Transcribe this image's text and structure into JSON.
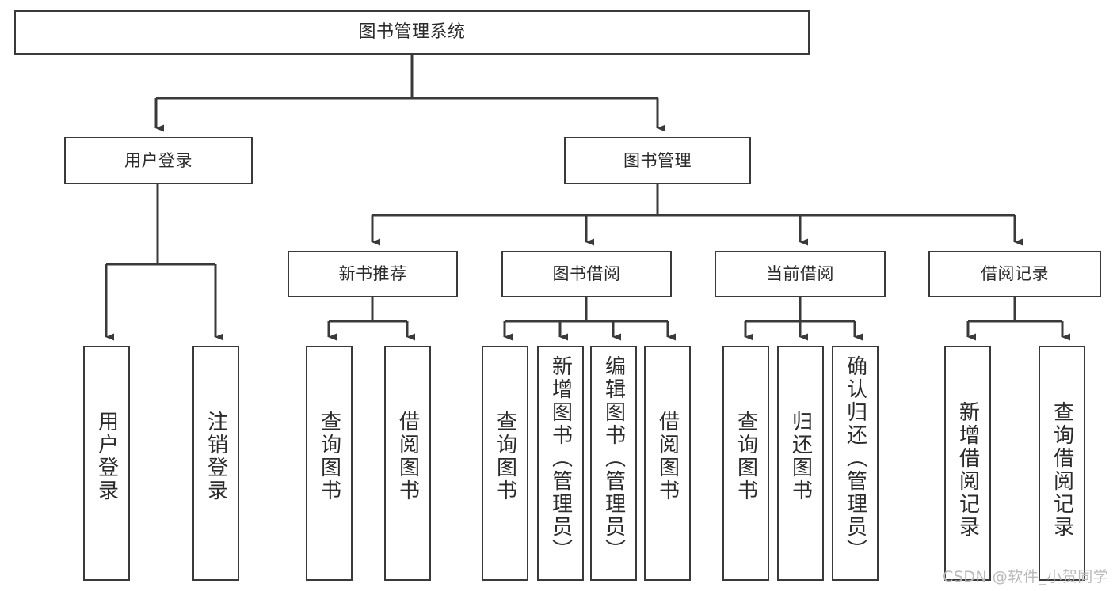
{
  "diagram": {
    "title": "图书管理系统",
    "type": "tree",
    "root": {
      "label": "图书管理系统"
    },
    "level2": [
      {
        "label": "用户登录"
      },
      {
        "label": "图书管理"
      }
    ],
    "level3": [
      {
        "label": "新书推荐"
      },
      {
        "label": "图书借阅"
      },
      {
        "label": "当前借阅"
      },
      {
        "label": "借阅记录"
      }
    ],
    "leaves": {
      "user_login": [
        {
          "label": "用户登录"
        },
        {
          "label": "注销登录"
        }
      ],
      "new_book_recommend": [
        {
          "label": "查询图书"
        },
        {
          "label": "借阅图书"
        }
      ],
      "book_borrow": [
        {
          "label": "查询图书"
        },
        {
          "label": "新增图书（管理员）"
        },
        {
          "label": "编辑图书（管理员）"
        },
        {
          "label": "借阅图书"
        }
      ],
      "current_borrow": [
        {
          "label": "查询图书"
        },
        {
          "label": "归还图书"
        },
        {
          "label": "确认归还（管理员）"
        }
      ],
      "borrow_record": [
        {
          "label": "新增借阅记录"
        },
        {
          "label": "查询借阅记录"
        }
      ]
    },
    "colors": {
      "stroke": "#3a3a3a",
      "background": "#ffffff",
      "text": "#2b2b2b",
      "watermark": "#b9b9b9"
    }
  },
  "watermark": {
    "text": "CSDN @软件_小贺同学"
  }
}
